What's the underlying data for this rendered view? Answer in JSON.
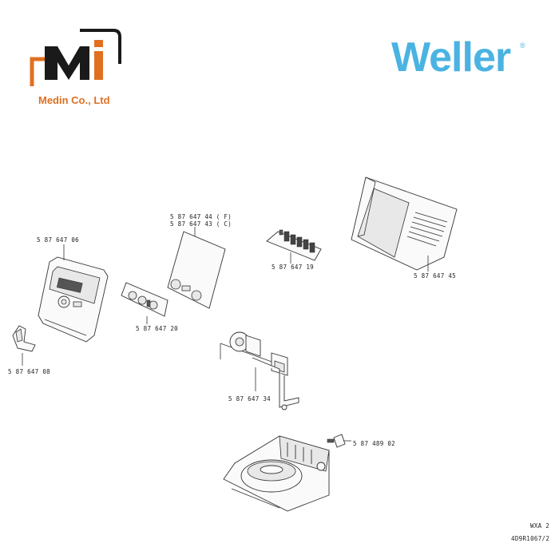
{
  "brand": {
    "company_name": "Medin Co., Ltd",
    "logo_letters": "Mi",
    "accent_color": "#e07020",
    "dark_color": "#1a1a1a",
    "manufacturer": "Weller",
    "manufacturer_color": "#4ab3e2",
    "registered_mark": "®"
  },
  "parts": [
    {
      "id": "front-panel",
      "number": "5 87 647 06"
    },
    {
      "id": "holder-bracket",
      "number": "5 87 647 08"
    },
    {
      "id": "knob-panel",
      "number": "5 87 647 20"
    },
    {
      "id": "front-foil-f",
      "number": "5 87 647 44 ( F)"
    },
    {
      "id": "front-foil-c",
      "number": "5 87 647 43 ( C)"
    },
    {
      "id": "circuit-board",
      "number": "5 87 647 19"
    },
    {
      "id": "housing-cover",
      "number": "5 87 647 45"
    },
    {
      "id": "power-switch-assembly",
      "number": "5 87 647 34"
    },
    {
      "id": "connector-plug",
      "number": "5 87 489 02"
    }
  ],
  "footer": {
    "model": "WXA 2",
    "drawing_code": "4D9R1067/2"
  }
}
